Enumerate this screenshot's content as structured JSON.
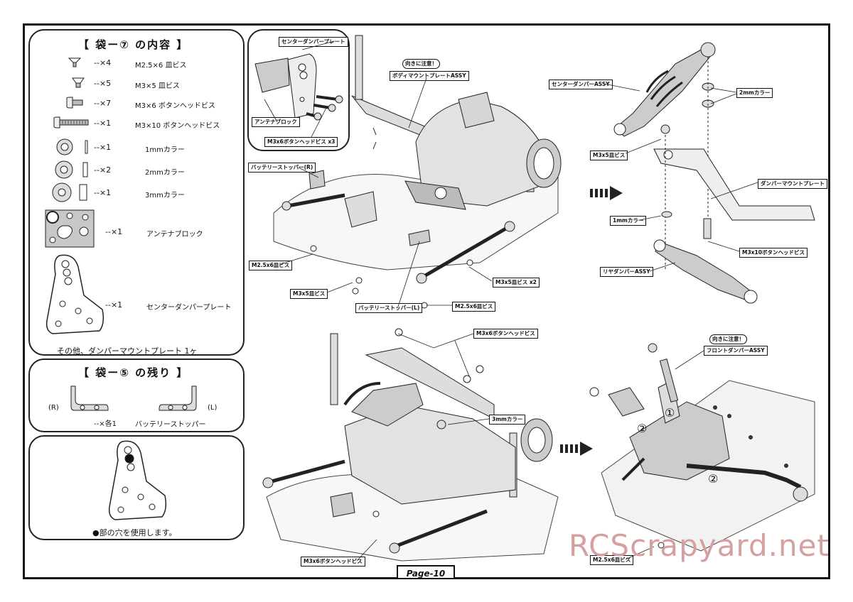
{
  "bag7": {
    "title": "【 袋ー⑦ の内容 】",
    "parts": [
      {
        "count": "--×4",
        "name": "M2.5×6 皿ビス",
        "icon": "flat-screw-icon"
      },
      {
        "count": "--×5",
        "name": "M3×5 皿ビス",
        "icon": "flat-screw-icon"
      },
      {
        "count": "--×7",
        "name": "M3×6 ボタンヘッドビス",
        "icon": "button-screw-icon"
      },
      {
        "count": "--×1",
        "name": "M3×10 ボタンヘッドビス",
        "icon": "button-screw-icon"
      },
      {
        "count": "--×1",
        "name": "1mmカラー",
        "icon": "collar-icon"
      },
      {
        "count": "--×2",
        "name": "2mmカラー",
        "icon": "collar-icon"
      },
      {
        "count": "--×1",
        "name": "3mmカラー",
        "icon": "collar-icon"
      },
      {
        "count": "--×1",
        "name": "アンテナブロック",
        "icon": "antenna-block-icon"
      },
      {
        "count": "--×1",
        "name": "センターダンパープレート",
        "icon": "damper-plate-icon"
      }
    ],
    "footer": "その他、ダンパーマウントプレート 1ヶ"
  },
  "bag5": {
    "title": "【 袋ー⑤ の残り 】",
    "right_mark": "(R)",
    "left_mark": "(L)",
    "count": "--×各1",
    "name": "バッテリーストッパー"
  },
  "hole_note": "●部の穴を使用します。",
  "callouts": {
    "center_damper_plate": "センターダンパープレート",
    "antenna_block": "アンテナブロック",
    "m3x6_button_x3": "M3x6ボタンヘッドビス x3",
    "attention_1": "向きに注意！",
    "body_mount_plate": "ボディマウントプレートASSY",
    "battery_stopper_r": "バッテリーストッパー(R)",
    "m25x6_flat_1": "M2.5x6皿ビス",
    "m3x5_flat_1": "M3x5皿ビス",
    "battery_stopper_l": "バッテリーストッパー(L)",
    "m25x6_flat_2": "M2.5x6皿ビス",
    "m3x5_flat_x2": "M3x5皿ビス x2",
    "center_damper_assy": "センターダンパーASSY",
    "collar_2mm": "2mmカラー",
    "m3x5_flat_2": "M3x5皿ビス",
    "damper_mount_plate": "ダンパーマウントプレート",
    "collar_1mm": "1mmカラー",
    "m3x10_button": "M3x10ボタンヘッドビス",
    "rear_damper_assy": "リヤダンパーASSY",
    "m3x6_button_1": "M3x6ボタンヘッドビス",
    "collar_3mm": "3mmカラー",
    "m3x6_button_2": "M3x6ボタンヘッドビス",
    "attention_2": "向きに注意！",
    "front_damper_assy": "フロントダンパーASSY",
    "step_1": "①",
    "step_2a": "②",
    "step_2b": "②",
    "m25x6_flat_3": "M2.5x6皿ビス"
  },
  "page_label": "Page-10",
  "watermark": "RCScrapyard.net"
}
